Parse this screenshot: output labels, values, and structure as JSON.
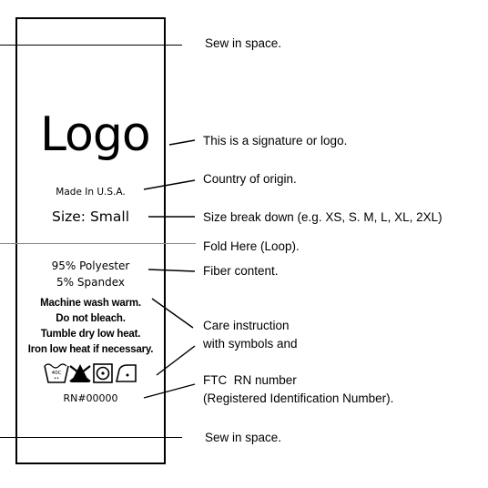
{
  "label": {
    "logo": "Logo",
    "made_in": "Made In U.S.A.",
    "size": "Size: Small",
    "fiber": [
      "95% Polyester",
      "5% Spandex"
    ],
    "care": [
      "Machine wash warm.",
      "Do not bleach.",
      "Tumble dry low heat.",
      "Iron low heat if necessary."
    ],
    "care_symbols": [
      {
        "icon": "wash-40c-icon",
        "text": "40C"
      },
      {
        "icon": "do-not-bleach-icon"
      },
      {
        "icon": "tumble-dry-icon"
      },
      {
        "icon": "iron-low-icon"
      }
    ],
    "rn": "RN#00000"
  },
  "annotations": {
    "sew_top": "Sew in space.",
    "logo": "This is a signature or logo.",
    "country": "Country of origin.",
    "size": "Size break down (e.g. XS, S. M, L, XL, 2XL)",
    "fold": "Fold Here (Loop).",
    "fiber": "Fiber content.",
    "care": [
      "Care instruction",
      "with symbols and"
    ],
    "ftc": [
      "FTC  RN number",
      "(Registered Identification Number)."
    ],
    "sew_bottom": "Sew in space."
  }
}
